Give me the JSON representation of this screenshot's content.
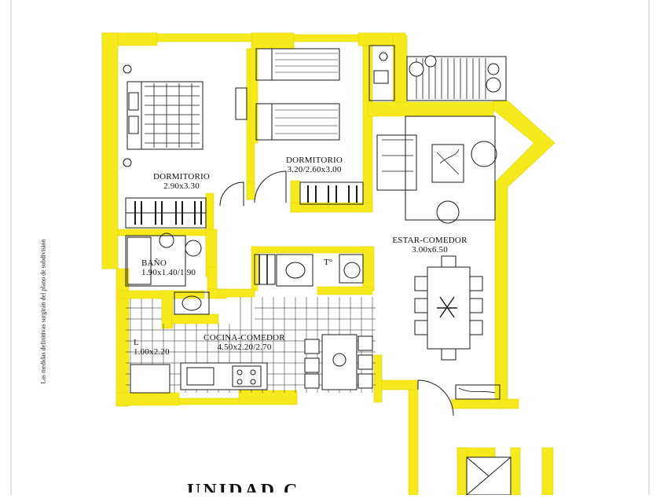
{
  "rooms": [
    {
      "id": "dormitorio-1",
      "name": "DORMITORIO",
      "dims": "2.90x3.30"
    },
    {
      "id": "dormitorio-2",
      "name": "DORMITORIO",
      "dims": "3.20/2.60x3.00"
    },
    {
      "id": "estar-comedor",
      "name": "ESTAR-COMEDOR",
      "dims": "3.00x6.50"
    },
    {
      "id": "bano",
      "name": "BAÑO",
      "dims": "1.90x1.40/1.90"
    },
    {
      "id": "cocina-comedor",
      "name": "COCINA-COMEDOR",
      "dims": "4.50x2.20/2.70"
    },
    {
      "id": "lavadero",
      "name": "L",
      "dims": "1.00x2.20"
    }
  ],
  "labels": {
    "toilette": "T°"
  },
  "side_note": "Las medidas definitivas surgirán del plano de subdivisión",
  "unit_title": "UNIDAD C",
  "colors": {
    "walls": "#f7ea1c",
    "lines": "#1a1a1a",
    "background": "#ffffff"
  }
}
